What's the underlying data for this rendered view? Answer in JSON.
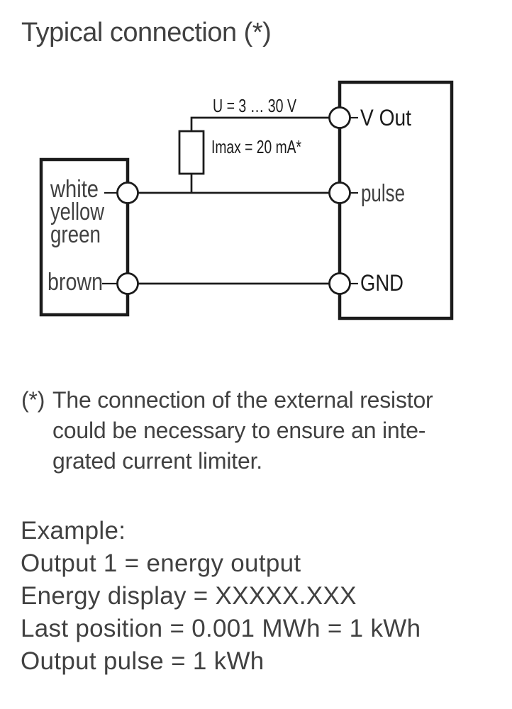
{
  "title": "Typical connection (*)",
  "colors": {
    "text_gray": "#414141",
    "diagram_black": "#1b1b1b",
    "background": "#ffffff"
  },
  "diagram": {
    "supply_voltage_label": "U = 3 … 30 V",
    "current_limit_label": "Imax = 20 mA*",
    "wire_labels": [
      "white",
      "yellow",
      "green",
      "brown"
    ],
    "terminals": {
      "vout": "V Out",
      "pulse": "pulse",
      "gnd": "GND"
    }
  },
  "footnote": {
    "marker": "(*)",
    "lines": [
      "The connection of the external resistor",
      "could be necessary to ensure an inte-",
      "grated current limiter."
    ]
  },
  "example": {
    "lines": [
      "Example:",
      "Output 1 = energy output",
      "Energy display = XXXXX.XXX",
      "Last position = 0.001 MWh = 1 kWh",
      "Output pulse = 1 kWh"
    ]
  }
}
